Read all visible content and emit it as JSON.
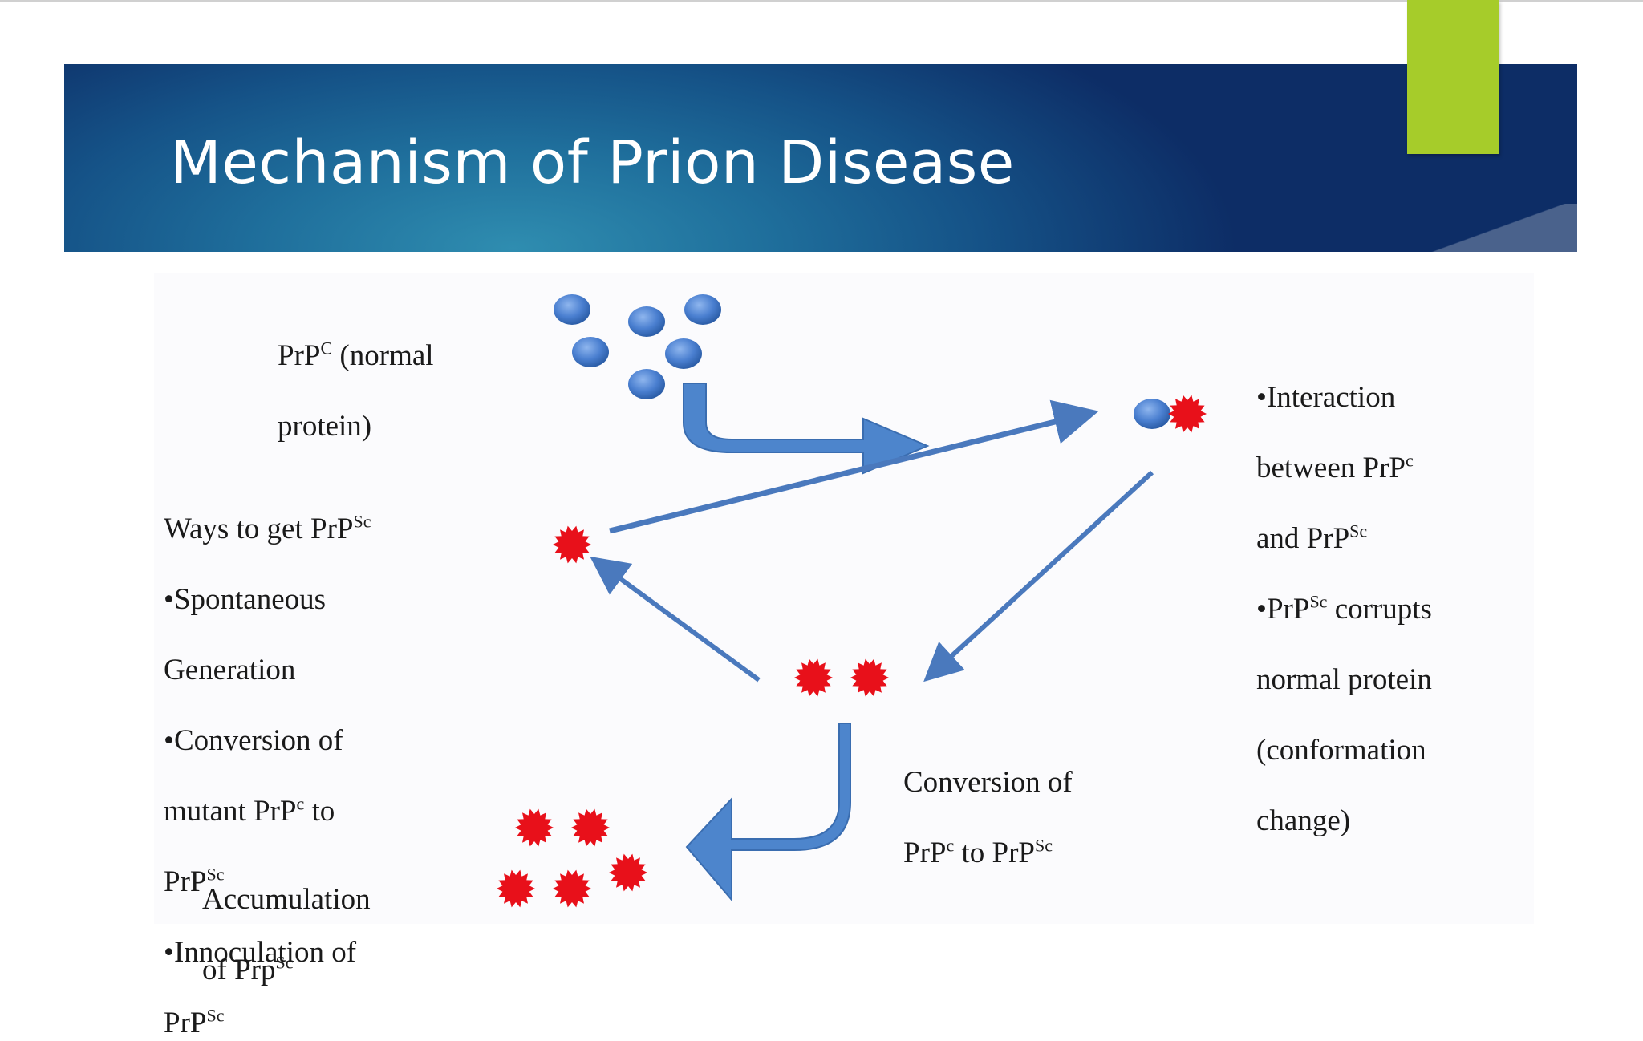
{
  "slide": {
    "title": "Mechanism of Prion Disease",
    "colors": {
      "banner_dark": "#0d2d66",
      "banner_light": "#2f8db0",
      "accent": "#a6cc2a",
      "normal_protein": "#4a7fd0",
      "prion": "#e8101a",
      "arrow": "#4a79bd"
    }
  },
  "diagram": {
    "normal_protein_label": {
      "line1_a": "PrP",
      "line1_sup": "C",
      "line1_b": " (normal",
      "line2": "protein)"
    },
    "ways_label": {
      "l1_a": "Ways to get PrP",
      "l1_sup": "Sc",
      "l2": "•Spontaneous",
      "l3": "Generation",
      "l4": "•Conversion of",
      "l5_a": "mutant PrP",
      "l5_sup": "c",
      "l5_b": " to",
      "l6_a": "PrP",
      "l6_sup": "Sc",
      "l7": "•Innoculation of",
      "l8_a": "PrP",
      "l8_sup": "Sc"
    },
    "interaction_label": {
      "l1": "•Interaction",
      "l2_a": "between PrP",
      "l2_sup": "c",
      "l3_a": "and PrP",
      "l3_sup": "Sc",
      "l4_a": "•PrP",
      "l4_sup": "Sc",
      "l4_b": " corrupts",
      "l5": "normal protein",
      "l6": "(conformation",
      "l7": "change)"
    },
    "conversion_label": {
      "l1": "Conversion of",
      "l2_a": "PrP",
      "l2_sup": "c",
      "l2_b": " to PrP",
      "l2_sup2": "Sc"
    },
    "accumulation_label": {
      "l1": "Accumulation",
      "l2_a": "of Prp",
      "l2_sup": "Sc"
    }
  }
}
